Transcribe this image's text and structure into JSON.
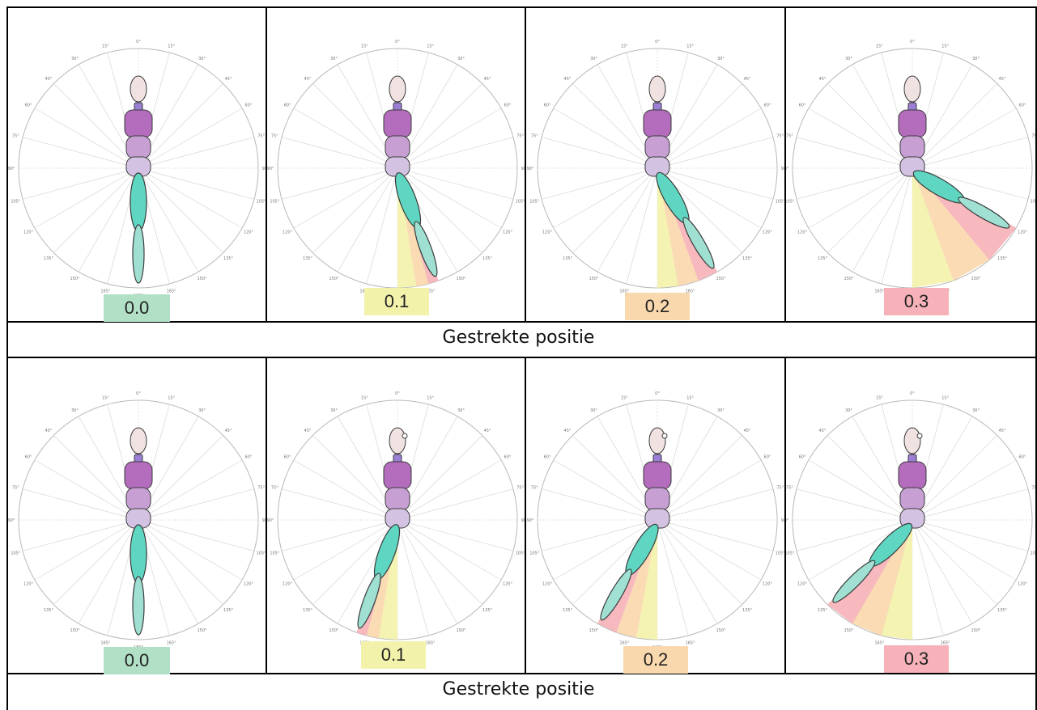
{
  "rows": [
    {
      "caption": "Gestrekte positie",
      "panels": [
        {
          "label": "0.0",
          "color": "#b2e0c7",
          "angle": 0,
          "dir": 1,
          "head_ring": false
        },
        {
          "label": "0.1",
          "color": "#f3f2ab",
          "angle": 20,
          "dir": 1,
          "head_ring": false
        },
        {
          "label": "0.2",
          "color": "#fad8ad",
          "angle": 30,
          "dir": 1,
          "head_ring": false
        },
        {
          "label": "0.3",
          "color": "#f6b2b8",
          "angle": 60,
          "dir": 1,
          "head_ring": false
        }
      ]
    },
    {
      "caption": "Gestrekte positie",
      "panels": [
        {
          "label": "0.0",
          "color": "#b2e0c7",
          "angle": 0,
          "dir": 1,
          "head_ring": false
        },
        {
          "label": "0.1",
          "color": "#f3f2ab",
          "angle": 20,
          "dir": -1,
          "head_ring": true
        },
        {
          "label": "0.2",
          "color": "#fad8ad",
          "angle": 30,
          "dir": -1,
          "head_ring": true
        },
        {
          "label": "0.3",
          "color": "#f6b2b8",
          "angle": 45,
          "dir": -1,
          "head_ring": true
        }
      ]
    }
  ],
  "dial_ticks": [
    "0°",
    "15°",
    "30°",
    "45°",
    "60°",
    "75°",
    "90°",
    "105°",
    "120°",
    "135°",
    "150°",
    "165°",
    "180°",
    "165°",
    "150°",
    "135°",
    "120°",
    "105°",
    "90°",
    "75°",
    "60°",
    "45°",
    "30°",
    "15°"
  ],
  "sector_colors": [
    "#f3f2ab",
    "#fad8ad",
    "#f6b2b8"
  ]
}
